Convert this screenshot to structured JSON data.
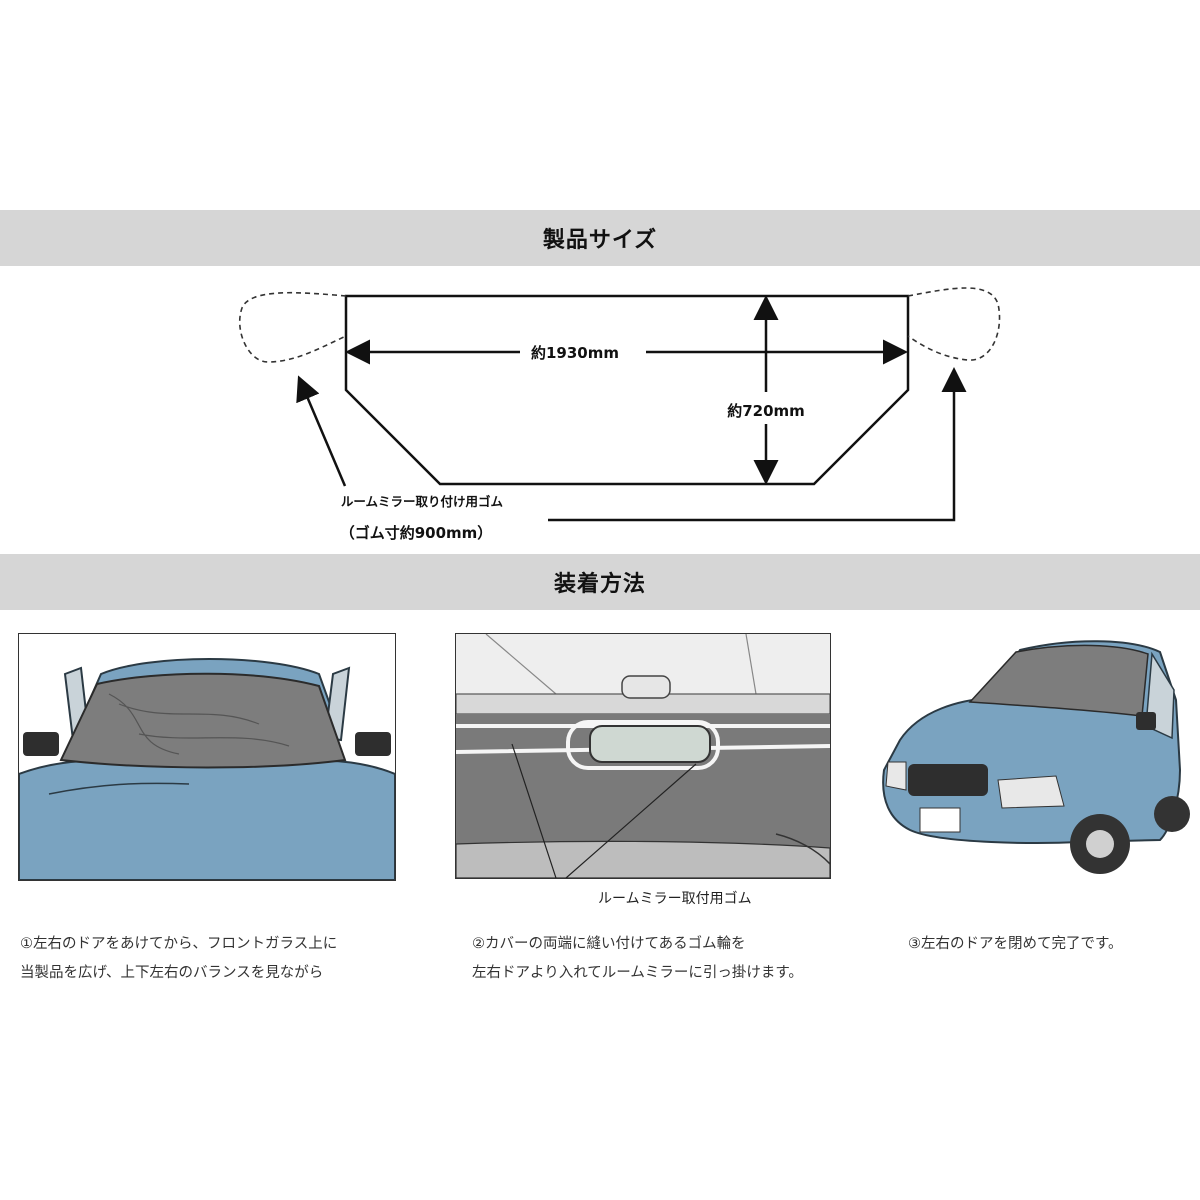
{
  "sections": {
    "product_size": {
      "title": "製品サイズ"
    },
    "installation": {
      "title": "装着方法"
    }
  },
  "diagram": {
    "width_label": "約1930mm",
    "height_label": "約720mm",
    "rubber_label": "ルームミラー取り付け用ゴム",
    "rubber_size_label": "（ゴム寸約900mm）"
  },
  "steps": [
    {
      "lines": [
        "①左右のドアをあけてから、フロントガラス上に",
        "当製品を広げ、上下左右のバランスを見ながら"
      ]
    },
    {
      "callout": "ルームミラー取付用ゴム",
      "lines": [
        "②カバーの両端に縫い付けてあるゴム輪を",
        "左右ドアより入れてルームミラーに引っ掛けます。"
      ]
    },
    {
      "lines": [
        "③左右のドアを閉めて完了です。"
      ]
    }
  ],
  "colors": {
    "banner": "#d6d6d6",
    "car_blue": "#7aa3c0",
    "cover_gray": "#7d7d7d"
  }
}
